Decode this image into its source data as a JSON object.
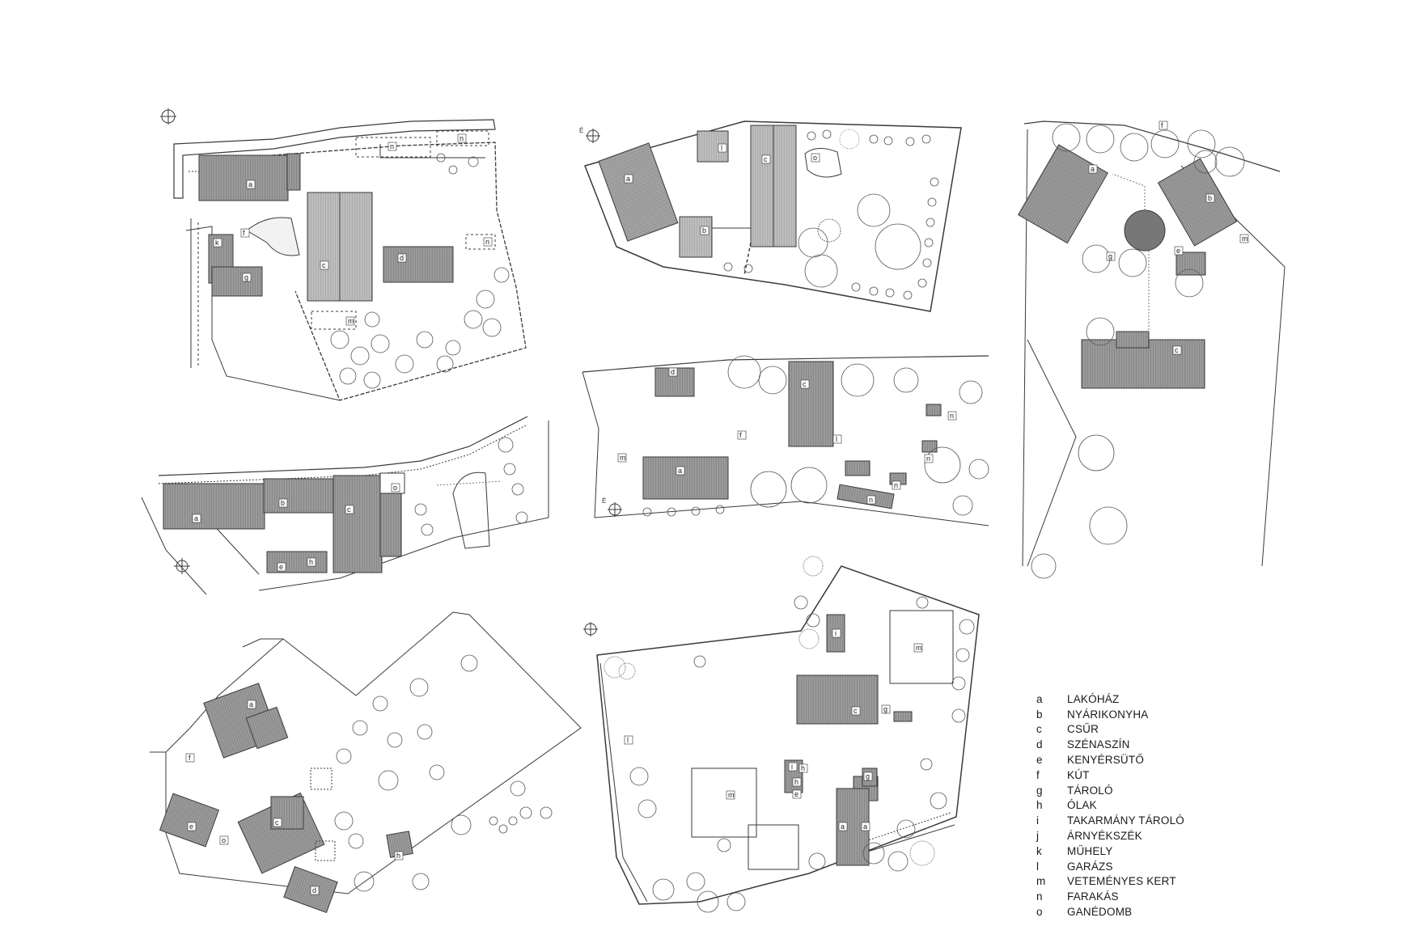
{
  "legend": [
    {
      "key": "a",
      "label": "LAKÓHÁZ"
    },
    {
      "key": "b",
      "label": "NYÁRIKONYHA"
    },
    {
      "key": "c",
      "label": "CSŰR"
    },
    {
      "key": "d",
      "label": "SZÉNASZÍN"
    },
    {
      "key": "e",
      "label": "KENYÉRSÜTŐ"
    },
    {
      "key": "f",
      "label": "KÚT"
    },
    {
      "key": "g",
      "label": "TÁROLÓ"
    },
    {
      "key": "h",
      "label": "ÓLAK"
    },
    {
      "key": "i",
      "label": "TAKARMÁNY TÁROLÓ"
    },
    {
      "key": "j",
      "label": "ÁRNYÉKSZÉK"
    },
    {
      "key": "k",
      "label": "MŰHELY"
    },
    {
      "key": "l",
      "label": "GARÁZS"
    },
    {
      "key": "m",
      "label": "VETEMÉNYES KERT"
    },
    {
      "key": "n",
      "label": "FARAKÁS"
    },
    {
      "key": "o",
      "label": "GANÉDOMB"
    }
  ],
  "north_label": "É",
  "colors": {
    "line": "#3a3a3a",
    "roof_dark": "#8a8a8a",
    "roof_mid": "#a6a6a6",
    "roof_light": "#c4c4c4"
  }
}
